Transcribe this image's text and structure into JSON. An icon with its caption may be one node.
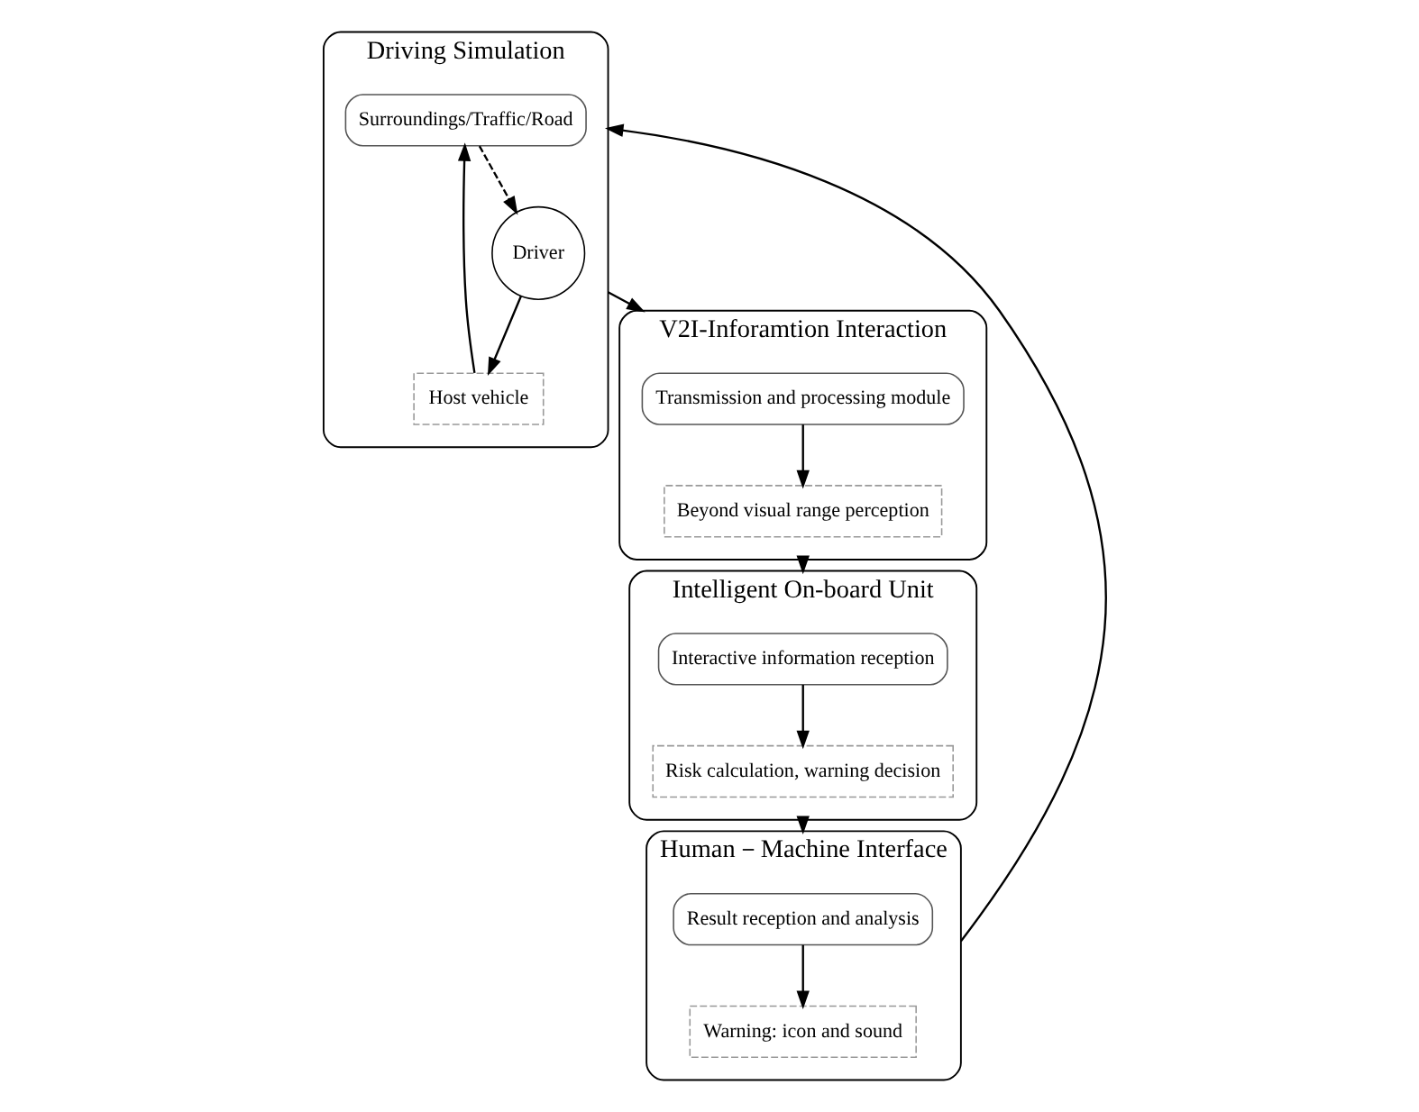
{
  "diagram": {
    "nodes": [
      {
        "text": [
          "Driving Simulation"
        ]
      },
      {
        "text": [
          "Surroundings/Traffic/Road"
        ],
        "in": 0
      },
      {
        "text": [
          "Host vehicle"
        ],
        "in": 0
      },
      {
        "text": [
          "Driver"
        ],
        "in": 0
      },
      {
        "text": [
          "V2I-Inforamtion Interaction"
        ]
      },
      {
        "text": [
          "Transmission and processing module"
        ],
        "in": 4
      },
      {
        "text": [
          "Beyond visual range perception"
        ],
        "in": 4
      },
      {
        "text": [
          "Intelligent On-board Unit"
        ]
      },
      {
        "text": [
          "Interactive information reception"
        ],
        "in": 7
      },
      {
        "text": [
          "Risk calculation, warning decision"
        ],
        "in": 7
      },
      {
        "text": [
          "Human－Machine Interface"
        ]
      },
      {
        "text": [
          "Result reception and analysis"
        ],
        "in": 10
      },
      {
        "text": [
          "Warning: icon and sound"
        ],
        "in": 10
      }
    ],
    "edges": [
      {
        "from": 1,
        "to": 3,
        "arrow": "to",
        "style": "dashed"
      },
      {
        "from": 3,
        "to": 2,
        "arrow": "to"
      },
      {
        "from": 2,
        "to": 1,
        "arrow": "to"
      },
      {
        "from": 0,
        "to": 4,
        "arrow": "to"
      },
      {
        "from": 5,
        "to": 6,
        "arrow": "to"
      },
      {
        "from": 4,
        "to": 7,
        "arrow": "to"
      },
      {
        "from": 8,
        "to": 9,
        "arrow": "to"
      },
      {
        "from": 7,
        "to": 10,
        "arrow": "to"
      },
      {
        "from": 11,
        "to": 12,
        "arrow": "to"
      },
      {
        "from": 10,
        "to": 0,
        "arrow": "to"
      }
    ]
  }
}
